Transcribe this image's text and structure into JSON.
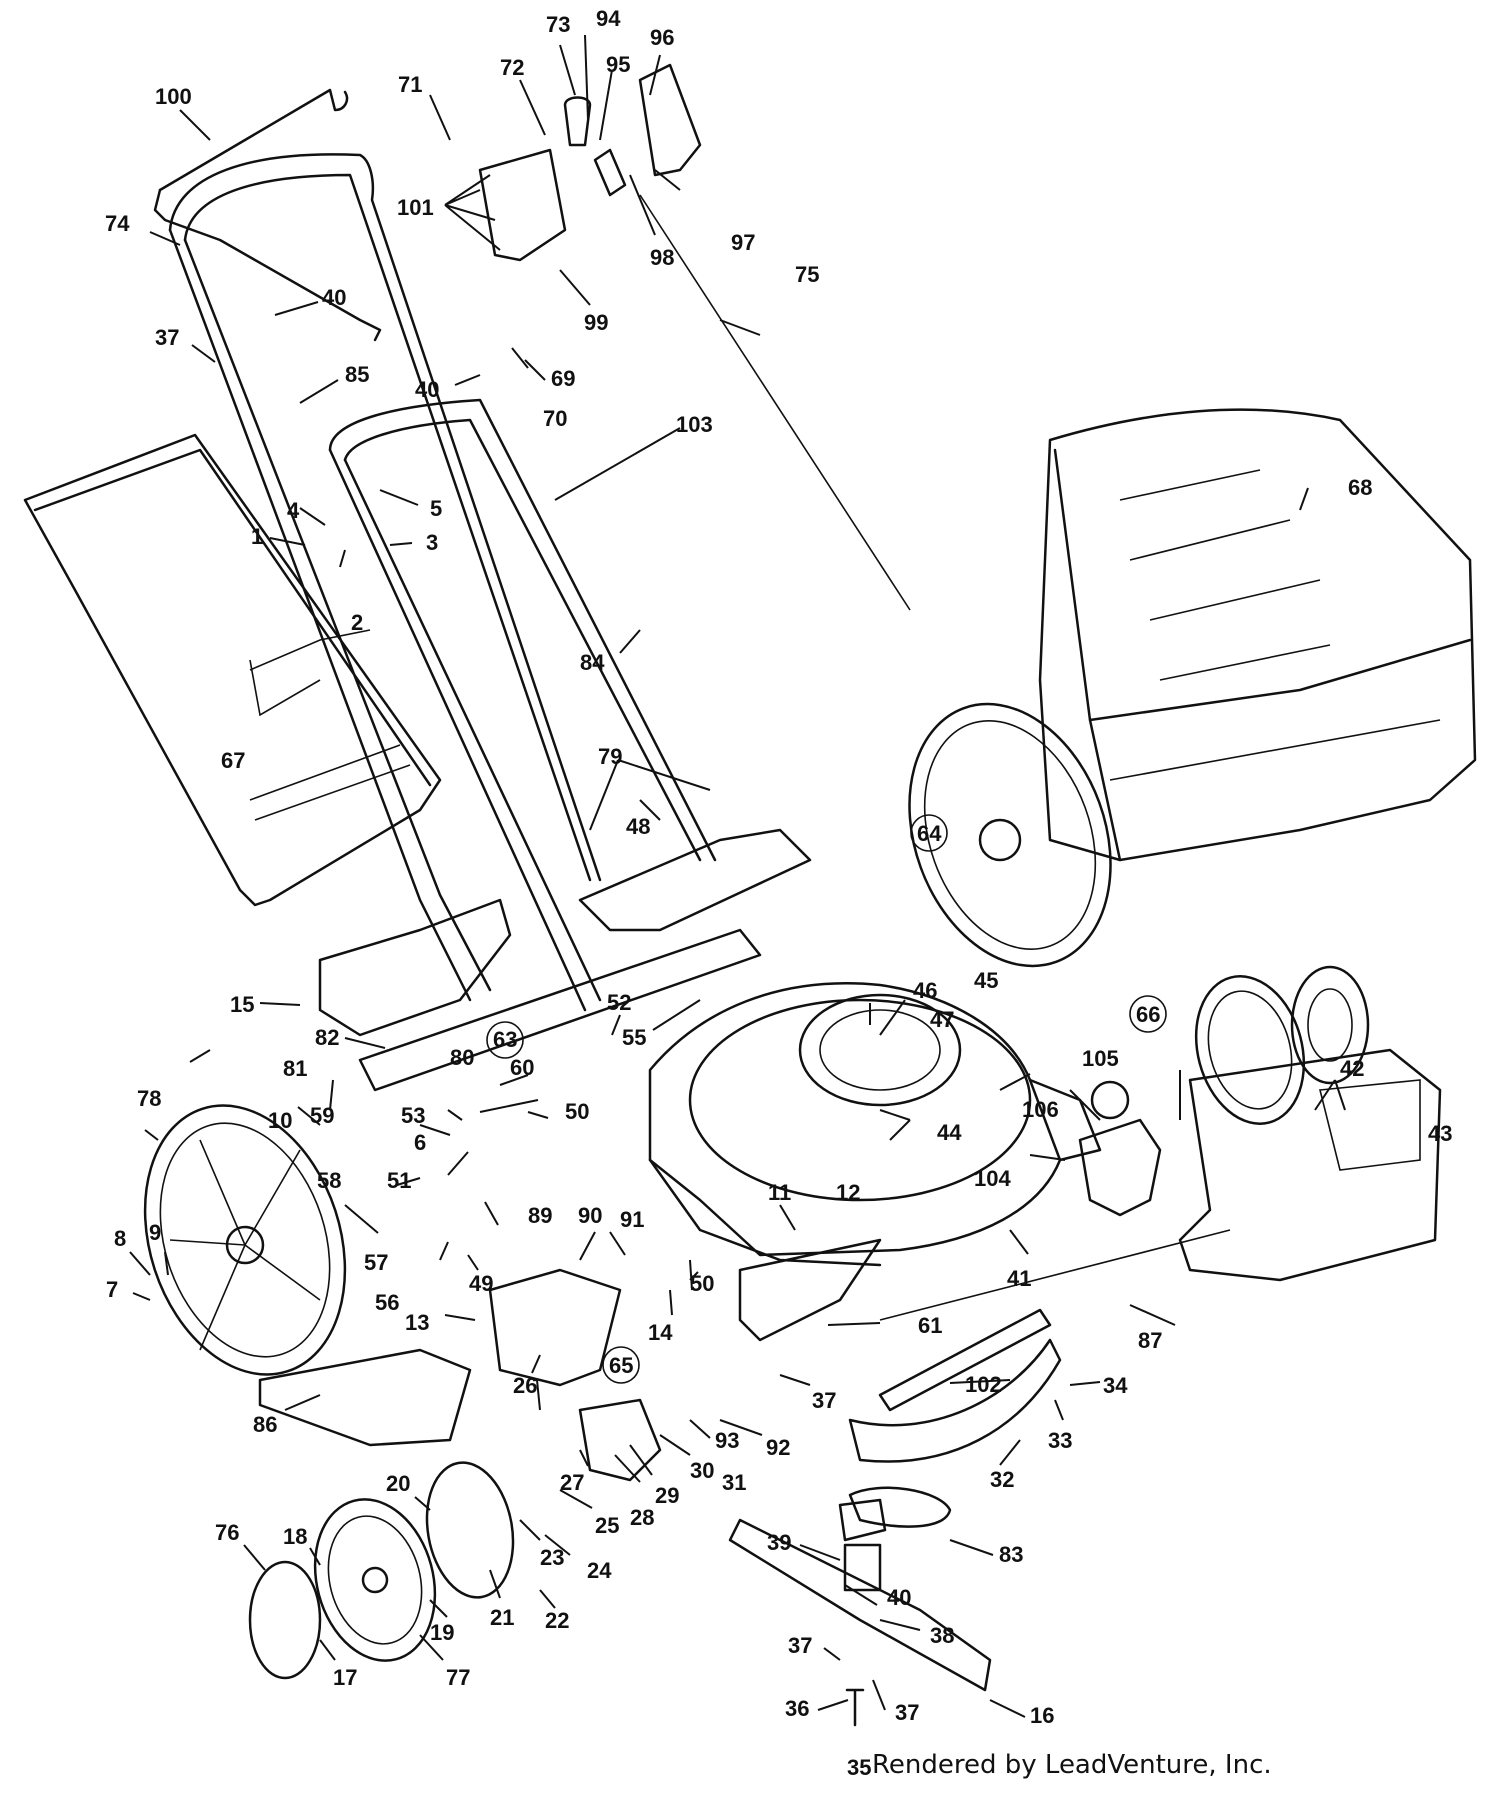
{
  "footer": "Rendered by LeadVenture, Inc.",
  "callouts": {
    "c100": "100",
    "c71": "71",
    "c72": "72",
    "c73": "73",
    "c94": "94",
    "c95": "95",
    "c96": "96",
    "c97": "97",
    "c98": "98",
    "c99": "99",
    "c101": "101",
    "c74": "74",
    "c40a": "40",
    "c37a": "37",
    "c85": "85",
    "c40b": "40",
    "c70": "70",
    "c69": "69",
    "c75": "75",
    "c103": "103",
    "c5": "5",
    "c4": "4",
    "c3": "3",
    "c1": "1",
    "c2": "2",
    "c84": "84",
    "c68": "68",
    "c67": "67",
    "c79": "79",
    "c48": "48",
    "c64": "64",
    "c15": "15",
    "c82": "82",
    "c55": "55",
    "c52": "52",
    "c46": "46",
    "c45": "45",
    "c47": "47",
    "c66": "66",
    "c63": "63",
    "c81": "81",
    "c80": "80",
    "c60": "60",
    "c78": "78",
    "c10": "10",
    "c59": "59",
    "c53": "53",
    "c6": "6",
    "c50a": "50",
    "c44": "44",
    "c105": "105",
    "c42": "42",
    "c43": "43",
    "c106": "106",
    "c104": "104",
    "c58": "58",
    "c51": "51",
    "c11": "11",
    "c12": "12",
    "c8": "8",
    "c9": "9",
    "c57": "57",
    "c89": "89",
    "c90": "90",
    "c91": "91",
    "c7": "7",
    "c56": "56",
    "c49": "49",
    "c50b": "50",
    "c41": "41",
    "c87": "87",
    "c13": "13",
    "c14": "14",
    "c61": "61",
    "c65": "65",
    "c86": "86",
    "c26": "26",
    "c37b": "37",
    "c102": "102",
    "c34": "34",
    "c33": "33",
    "c93": "93",
    "c92": "92",
    "c30": "30",
    "c31": "31",
    "c29": "29",
    "c27": "27",
    "c28": "28",
    "c32": "32",
    "c25": "25",
    "c20": "20",
    "c23": "23",
    "c24": "24",
    "c76": "76",
    "c18": "18",
    "c21": "21",
    "c22": "22",
    "c19": "19",
    "c39": "39",
    "c83": "83",
    "c40c": "40",
    "c38": "38",
    "c17": "17",
    "c77": "77",
    "c37c": "37",
    "c36": "36",
    "c37d": "37",
    "c16": "16",
    "c35": "35"
  }
}
